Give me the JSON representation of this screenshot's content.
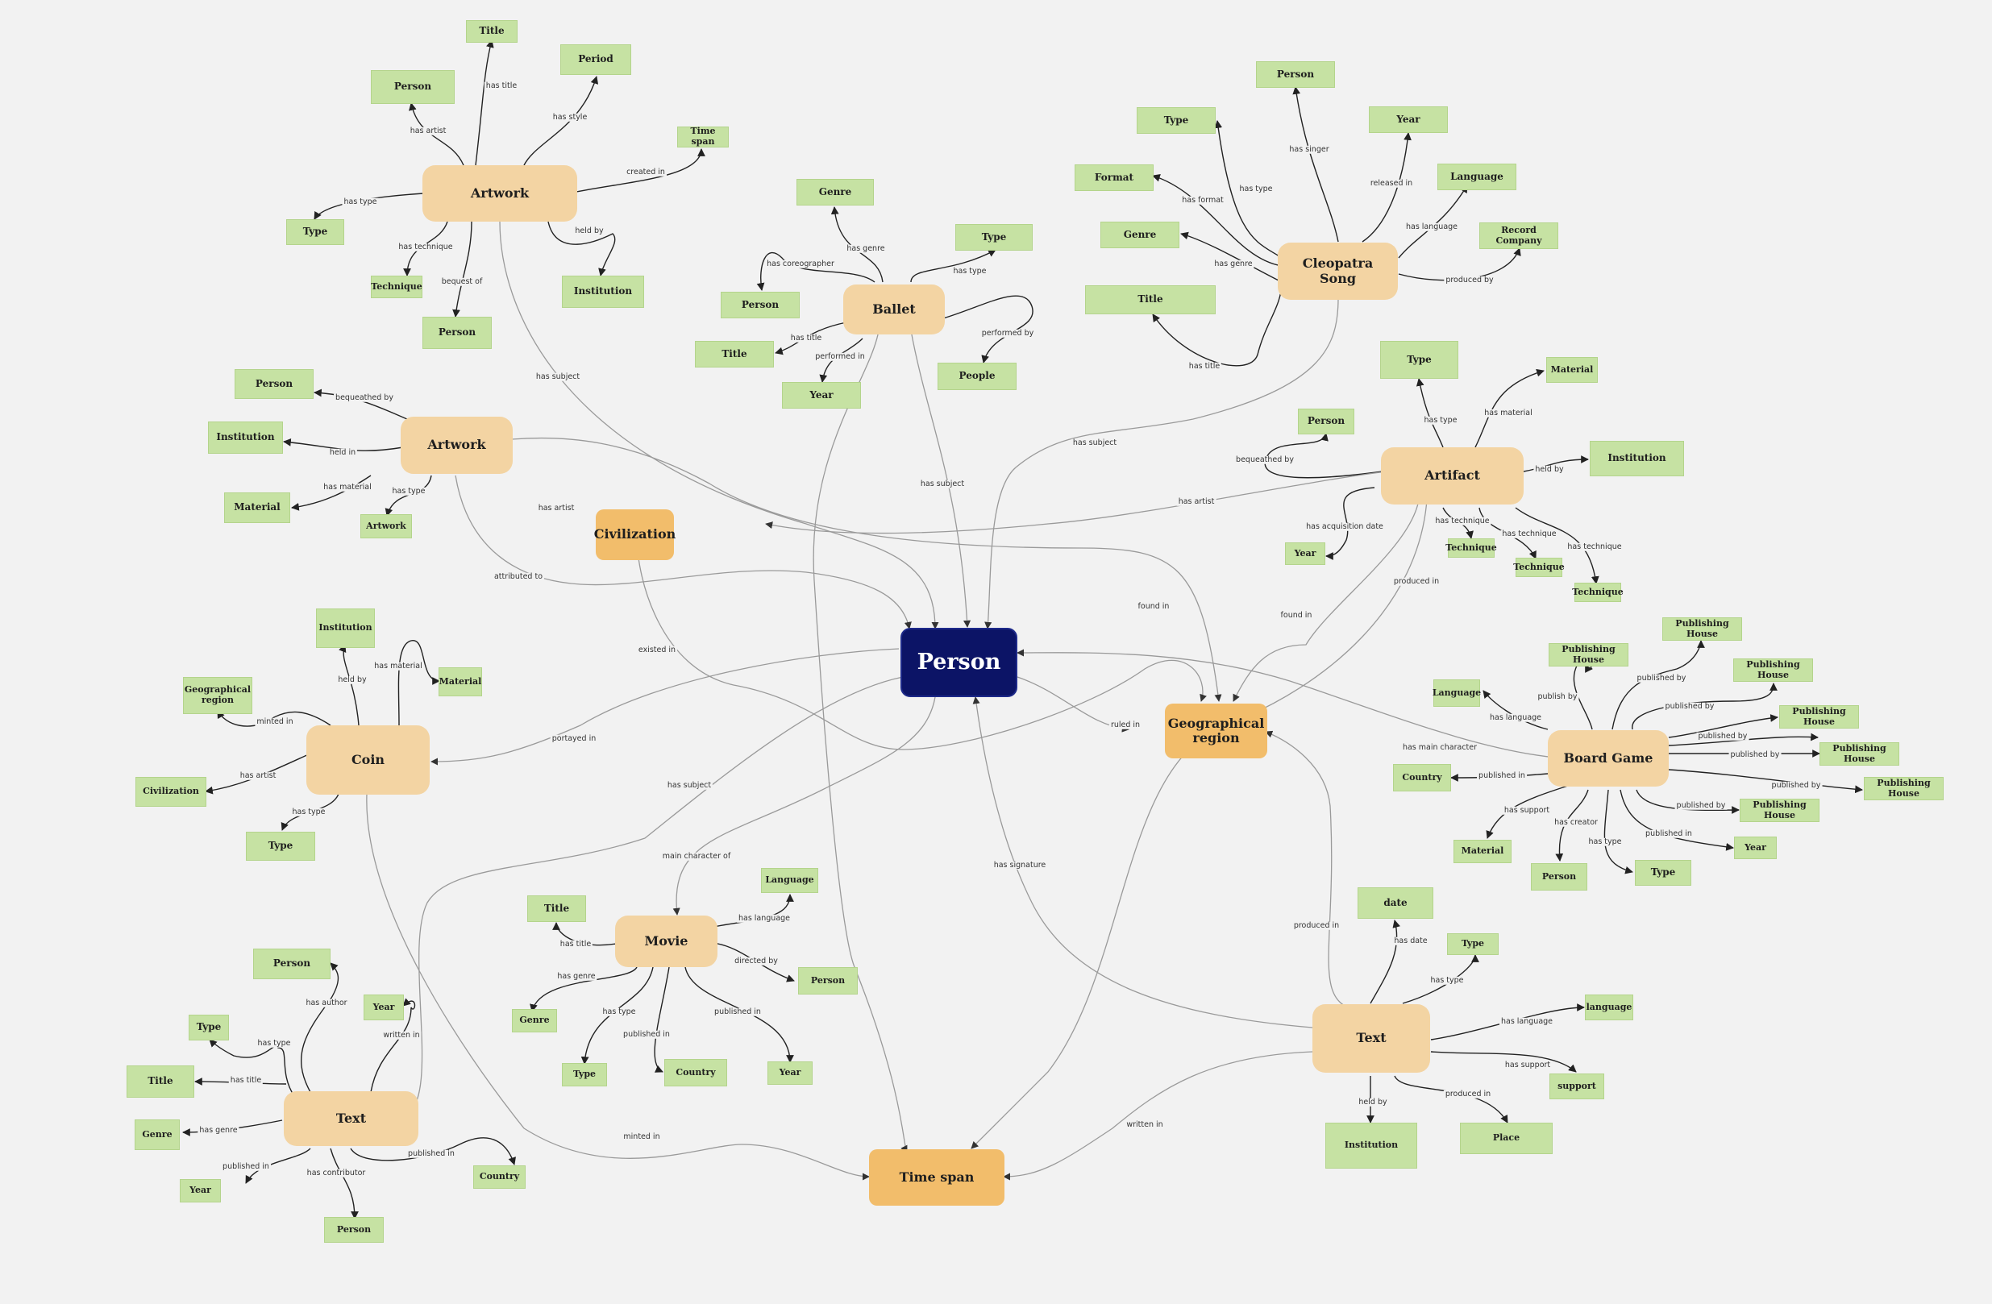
{
  "center": {
    "label": "Person"
  },
  "shared": {
    "civilization": "Civilization",
    "geo_region": "Geographical\nregion",
    "time_span": "Time span"
  },
  "entities": {
    "artwork1": "Artwork",
    "ballet": "Ballet",
    "cleopatra": "Cleopatra\nSong",
    "artwork2": "Artwork",
    "artifact": "Artifact",
    "coin": "Coin",
    "board_game": "Board Game",
    "movie": "Movie",
    "text_right": "Text",
    "text_left": "Text"
  },
  "leaves": {
    "a1_title": "Title",
    "a1_period": "Period",
    "a1_person": "Person",
    "a1_timespan": "Time span",
    "a1_type": "Type",
    "a1_technique": "Technique",
    "a1_institution": "Institution",
    "a1_person2": "Person",
    "b_genre": "Genre",
    "b_type": "Type",
    "b_person": "Person",
    "b_title": "Title",
    "b_people": "People",
    "b_year": "Year",
    "c_person": "Person",
    "c_type": "Type",
    "c_year": "Year",
    "c_format": "Format",
    "c_language": "Language",
    "c_genre": "Genre",
    "c_record": "Record Company",
    "c_title": "Title",
    "a2_person": "Person",
    "a2_institution": "Institution",
    "a2_material": "Material",
    "a2_artwork": "Artwork",
    "af_type": "Type",
    "af_material": "Material",
    "af_person": "Person",
    "af_institution": "Institution",
    "af_year": "Year",
    "af_tech1": "Technique",
    "af_tech2": "Technique",
    "af_tech3": "Technique",
    "co_institution": "Institution",
    "co_geo": "Geographical\nregion",
    "co_material": "Material",
    "co_civ": "Civilization",
    "co_type": "Type",
    "bg_ph1": "Publishing House",
    "bg_ph2": "Publishing House",
    "bg_ph3": "Publishing House",
    "bg_ph4": "Publishing House",
    "bg_ph5": "Publishing House",
    "bg_ph6": "Publishing House",
    "bg_ph7": "Publishing House",
    "bg_language": "Language",
    "bg_country": "Country",
    "bg_material": "Material",
    "bg_person": "Person",
    "bg_type": "Type",
    "bg_year": "Year",
    "m_title": "Title",
    "m_language": "Language",
    "m_person": "Person",
    "m_genre": "Genre",
    "m_type": "Type",
    "m_country": "Country",
    "m_year": "Year",
    "tr_date": "date",
    "tr_type": "Type",
    "tr_language": "language",
    "tr_support": "support",
    "tr_institution": "Institution",
    "tr_place": "Place",
    "tl_person": "Person",
    "tl_year": "Year",
    "tl_type": "Type",
    "tl_title": "Title",
    "tl_genre": "Genre",
    "tl_year2": "Year",
    "tl_person2": "Person",
    "tl_country": "Country"
  },
  "edge_labels": {
    "has_title": "has title",
    "has_style": "has style",
    "has_artist": "has artist",
    "created_in": "created in",
    "has_type": "has type",
    "has_technique": "has technique",
    "held_by": "held by",
    "bequest_of": "bequest of",
    "has_subject": "has subject",
    "has_genre": "has genre",
    "has_coreographer": "has coreographer",
    "performed_by": "performed by",
    "performed_in": "performed in",
    "has_singer": "has singer",
    "released_in": "released in",
    "has_format": "has format",
    "has_language": "has language",
    "produced_by": "produced by",
    "bequeathed_by": "bequeathed by",
    "held_in": "held in",
    "has_material": "has material",
    "attributed_to": "attributed to",
    "existed_in": "existed in",
    "has_acquisition_date": "has acquisition date",
    "found_in": "found in",
    "produced_in": "produced in",
    "minted_in": "minted in",
    "portayed_in": "portayed in",
    "ruled_in": "ruled in",
    "publish_by": "publish by",
    "published_by": "published by",
    "published_in": "published in",
    "has_support": "has support",
    "has_creator": "has creator",
    "has_main_character": "has main character",
    "main_character_of": "main character of",
    "directed_by": "directed by",
    "has_signature": "has signature",
    "has_date": "has date",
    "written_in": "written in",
    "has_author": "has author",
    "has_contributor": "has contributor"
  }
}
